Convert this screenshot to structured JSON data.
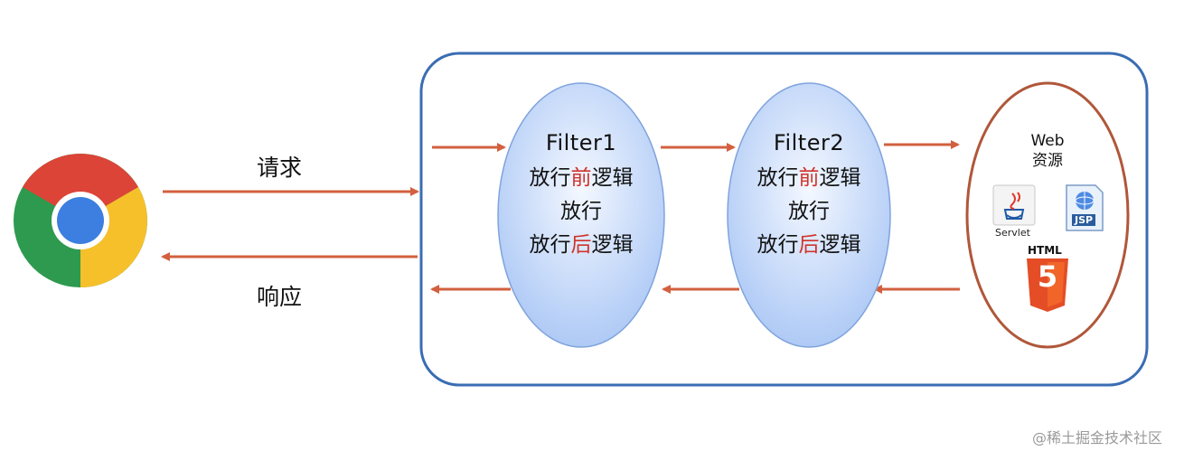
{
  "request_label": "请求",
  "response_label": "响应",
  "filters": [
    {
      "title": "Filter1",
      "pre_a": "放行",
      "pre_b": "前",
      "pre_c": "逻辑",
      "pass": "放行",
      "post_a": "放行",
      "post_b": "后",
      "post_c": "逻辑"
    },
    {
      "title": "Filter2",
      "pre_a": "放行",
      "pre_b": "前",
      "pre_c": "逻辑",
      "pass": "放行",
      "post_a": "放行",
      "post_b": "后",
      "post_c": "逻辑"
    }
  ],
  "web_resource": {
    "line1": "Web",
    "line2": "资源",
    "servlet_label": "Servlet",
    "jsp_label": "JSP",
    "html_label": "HTML",
    "html5_glyph": "5"
  },
  "watermark": "@稀土掘金技术社区",
  "colors": {
    "arrow": "#d2603f",
    "container_border": "#3a6db3",
    "filter_fill_top": "#eef4ff",
    "filter_fill_bottom": "#a9c6f5",
    "filter_border": "#7fa3dd",
    "web_border": "#b0573a",
    "highlight": "#d0342c",
    "html5_orange": "#e44d26"
  }
}
